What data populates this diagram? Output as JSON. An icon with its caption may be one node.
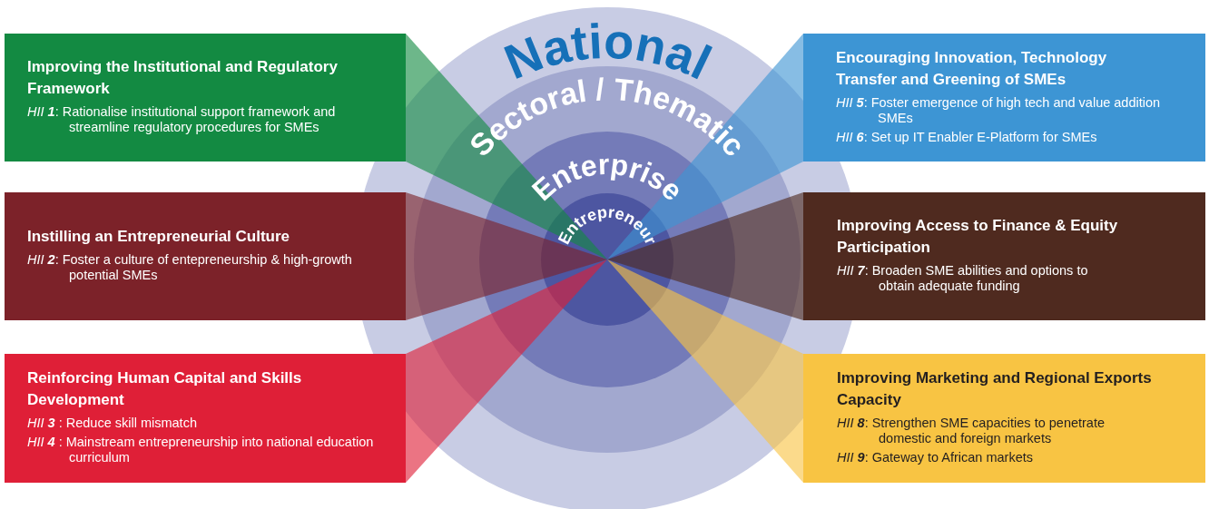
{
  "diagram": {
    "nodes": [
      {
        "text": [
          "National"
        ]
      },
      {
        "text": [
          "Sectoral / Thematic"
        ],
        "in": 0
      },
      {
        "text": [
          "Enterprise"
        ],
        "in": 1
      },
      {
        "text": [
          "Entrepreneur"
        ],
        "in": 2
      },
      {
        "text": [
          "Improving the Institutional and Regulatory Framework",
          "*HII* **1**: Rationalise institutional support framework and streamline regulatory procedures for SMEs"
        ]
      },
      {
        "text": [
          "Encouraging Innovation, Technology Transfer and Greening of SMEs",
          "*HII* **5**: Foster emergence of high tech and value addition SMEs",
          "*HII* **6**: Set up IT Enabler E-Platform for SMEs"
        ]
      },
      {
        "text": [
          "Instilling an Entrepreneurial Culture",
          "*HII* **2**: Foster a culture of entepreneurship & high-growth potential SMEs"
        ]
      },
      {
        "text": [
          "Improving Access to Finance & Equity Participation",
          "*HII* **7**: Broaden SME abilities and options to obtain adequate funding"
        ]
      },
      {
        "text": [
          "Reinforcing Human Capital and Skills Development",
          "*HII* **3** : Reduce skill mismatch",
          "*HII* **4** : Mainstream entrepreneurship into national education curriculum"
        ]
      },
      {
        "text": [
          "Improving Marketing and Regional Exports Capacity",
          "*HII* **8**: Strengthen SME capacities to penetrate domestic and foreign markets",
          "*HII* **9**: Gateway to African markets"
        ]
      }
    ],
    "edges": []
  }
}
